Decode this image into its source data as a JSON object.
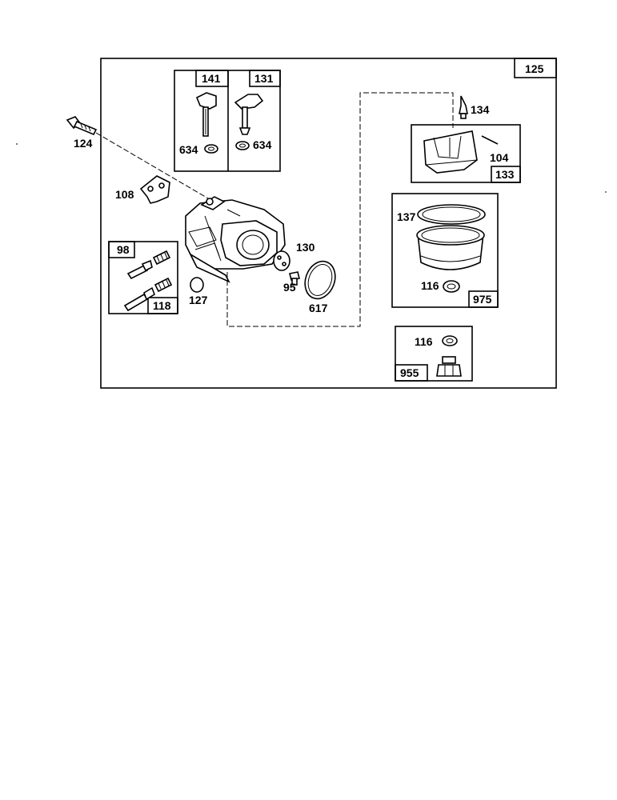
{
  "assembly_label": "125",
  "kits": {
    "float_needle_141": "141",
    "float_needle_131": "131",
    "float_bowl_133": "133",
    "bowl_975": "975",
    "screw_118": "118",
    "kit_98": "98",
    "nut_955": "955"
  },
  "parts": {
    "p124": "124",
    "p108": "108",
    "p634_left": "634",
    "p634_right": "634",
    "p134": "134",
    "p104": "104",
    "p137": "137",
    "p116_bowl": "116",
    "p130": "130",
    "p95": "95",
    "p617": "617",
    "p127": "127",
    "p116_nut": "116"
  }
}
